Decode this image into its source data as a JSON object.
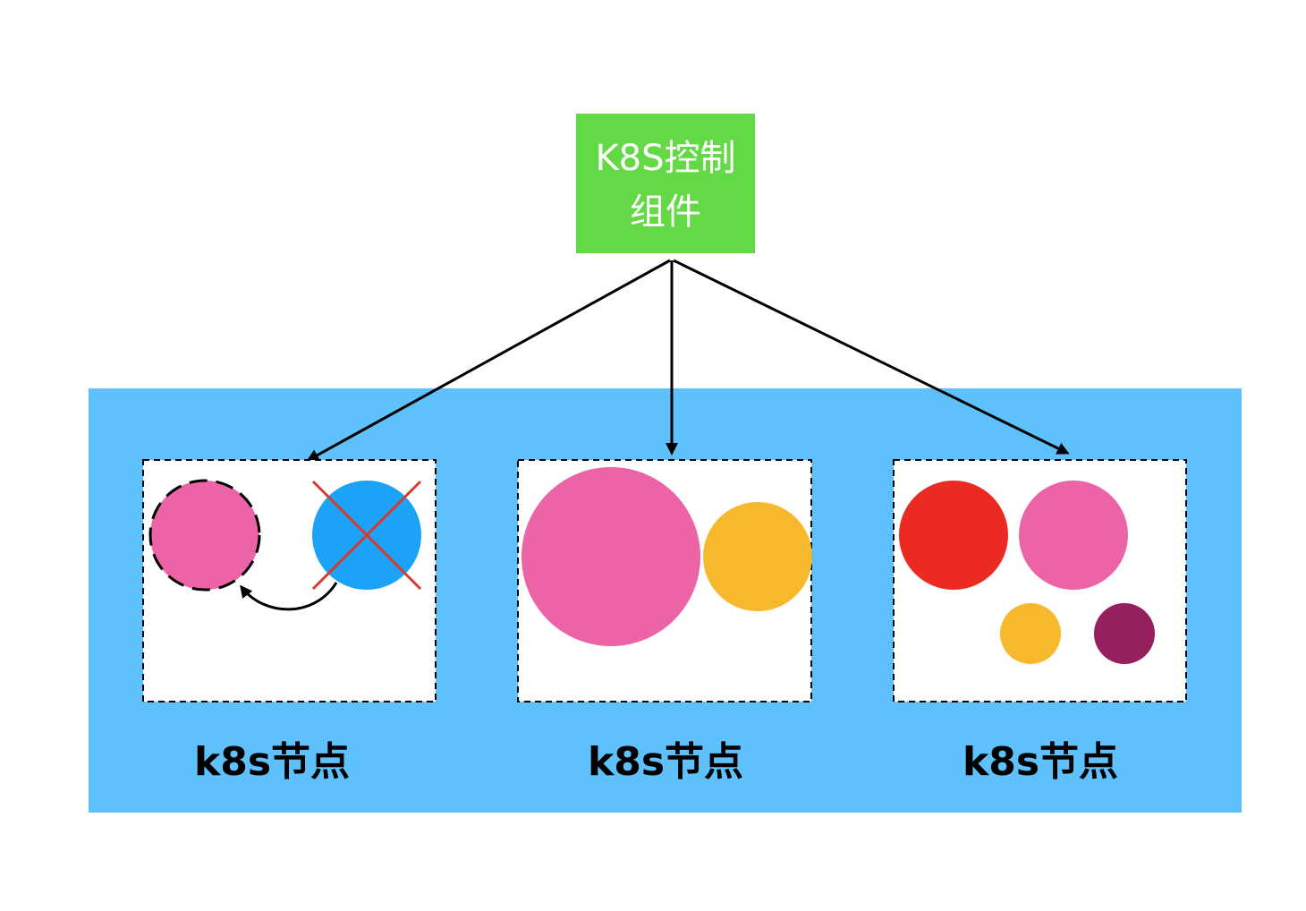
{
  "control_component": {
    "line1": "K8S控制",
    "line2": "组件",
    "color": "#63d945"
  },
  "cluster": {
    "color": "#5ec1fb"
  },
  "nodes": [
    {
      "label": "k8s节点",
      "pods": [
        {
          "color": "#ed64a6",
          "state": "rescheduled"
        },
        {
          "color": "#1ca3f8",
          "state": "failed"
        }
      ]
    },
    {
      "label": "k8s节点",
      "pods": [
        {
          "color": "#ed64a6",
          "state": "running"
        },
        {
          "color": "#f6b92d",
          "state": "running"
        }
      ]
    },
    {
      "label": "k8s节点",
      "pods": [
        {
          "color": "#eb2a21",
          "state": "running"
        },
        {
          "color": "#ed64a6",
          "state": "running"
        },
        {
          "color": "#f6b92d",
          "state": "running"
        },
        {
          "color": "#961f5e",
          "state": "running"
        }
      ]
    }
  ],
  "colors": {
    "arrow": "#000000",
    "failure_mark": "#d63a2e",
    "node_border": "#000000",
    "node_fill": "#ffffff"
  },
  "icons": {
    "failure": "cross-mark-icon",
    "reschedule": "curved-arrow-icon"
  }
}
